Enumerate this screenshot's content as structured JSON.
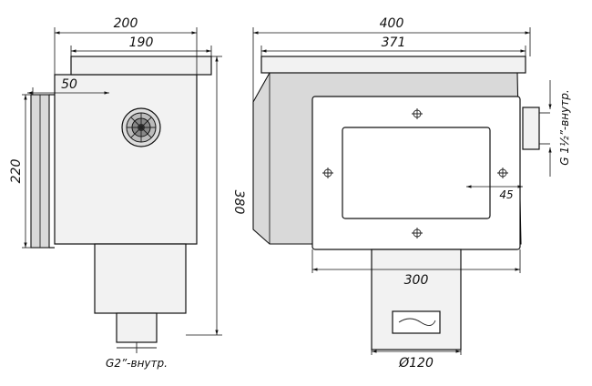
{
  "dimensions": {
    "side_total_width": "200",
    "side_top_width": "190",
    "side_flange": "50",
    "side_height_220": "220",
    "side_height_380": "380",
    "front_total_width": "400",
    "front_top_width": "371",
    "front_offset_45": "45",
    "front_frame_300": "300",
    "pipe_diameter": "Ø120"
  },
  "thread_labels": {
    "bottom_outlet": "G2”-внутр.",
    "side_outlet": "G 1½”-внутр."
  }
}
